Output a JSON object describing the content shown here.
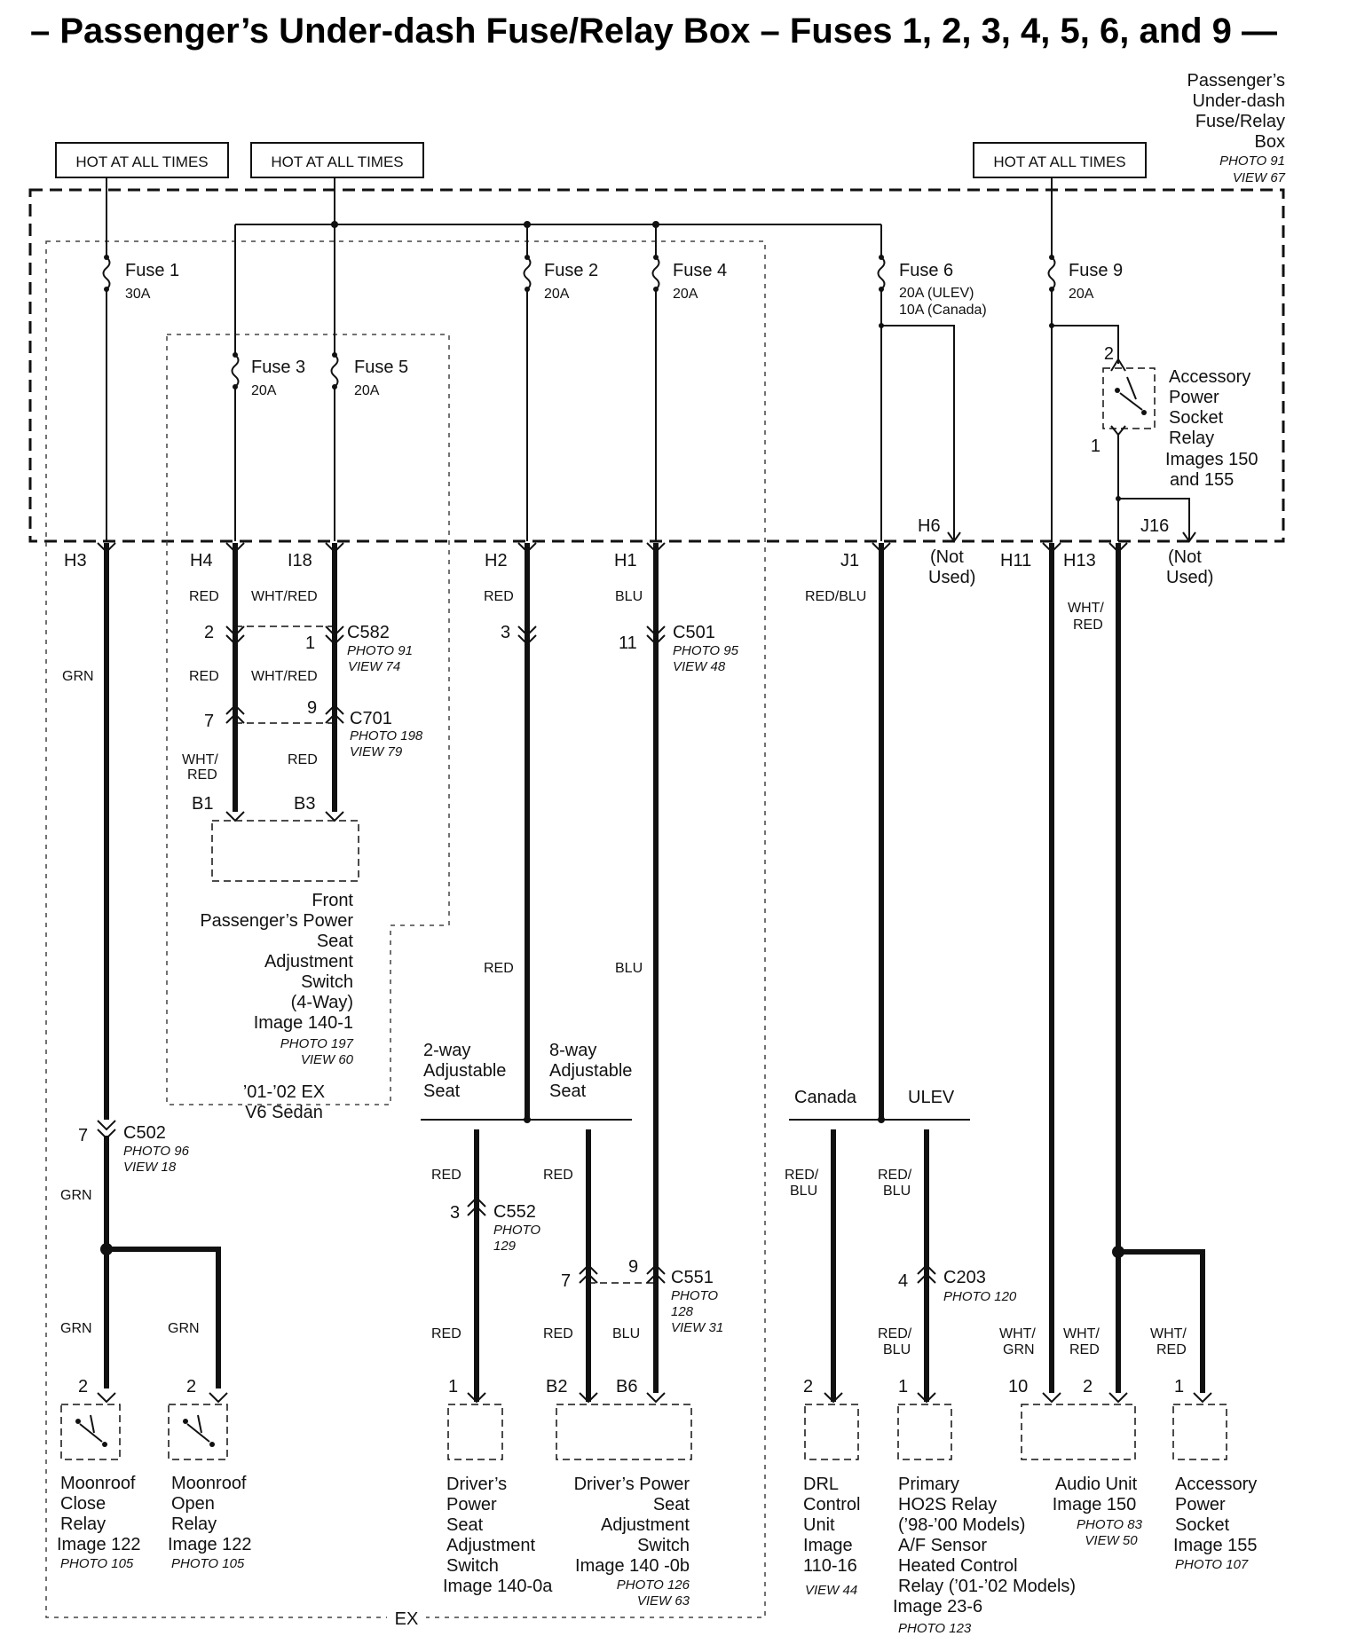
{
  "title": "– Passenger’s Under-dash Fuse/Relay Box – Fuses 1, 2, 3, 4, 5, 6, and 9 —",
  "source_box": {
    "lines": [
      "Passenger’s",
      "Under-dash",
      "Fuse/Relay",
      "Box"
    ],
    "photo": "PHOTO 91",
    "view": "VIEW 67"
  },
  "hot_label": "HOT AT ALL TIMES",
  "fuses": {
    "f1": {
      "name": "Fuse 1",
      "rating": "30A"
    },
    "f2": {
      "name": "Fuse 2",
      "rating": "20A"
    },
    "f3": {
      "name": "Fuse 3",
      "rating": "20A"
    },
    "f4": {
      "name": "Fuse 4",
      "rating": "20A"
    },
    "f5": {
      "name": "Fuse 5",
      "rating": "20A"
    },
    "f6": {
      "name": "Fuse 6",
      "rating1": "20A (ULEV)",
      "rating2": "10A (Canada)"
    },
    "f9": {
      "name": "Fuse 9",
      "rating": "20A"
    }
  },
  "relay": {
    "lines": [
      "Accessory",
      "Power",
      "Socket",
      "Relay",
      "Images 150",
      "and 155"
    ],
    "pin_top": "2",
    "pin_bot": "1"
  },
  "terminals": {
    "h3": "H3",
    "h4": "H4",
    "i18": "I18",
    "h2": "H2",
    "h1": "H1",
    "j1": "J1",
    "h6": "H6",
    "h11": "H11",
    "h13": "H13",
    "j16": "J16",
    "b1": "B1",
    "b3": "B3",
    "b2": "B2",
    "b6": "B6"
  },
  "not_used": [
    "(Not",
    "Used)"
  ],
  "wires": {
    "red": "RED",
    "wht_red": "WHT/RED",
    "blu": "BLU",
    "grn": "GRN",
    "red_blu": "RED/BLU",
    "wht": "WHT/",
    "red_s": "RED",
    "red2": "RED/",
    "blu_s": "BLU",
    "grn_s": "GRN"
  },
  "connectors": {
    "c582": {
      "name": "C582",
      "photo": "PHOTO 91",
      "view": "VIEW 74",
      "p1": "2",
      "p2": "1"
    },
    "c701": {
      "name": "C701",
      "photo": "PHOTO 198",
      "view": "VIEW 79",
      "p1": "7",
      "p2": "9"
    },
    "c501": {
      "name": "C501",
      "photo": "PHOTO 95",
      "view": "VIEW 48",
      "p1": "3",
      "p2": "11"
    },
    "c502": {
      "name": "C502",
      "photo": "PHOTO 96",
      "view": "VIEW 18",
      "p1": "7"
    },
    "c552": {
      "name": "C552",
      "photo": "PHOTO",
      "photo2": "129",
      "p1": "3"
    },
    "c551": {
      "name": "C551",
      "photo": "PHOTO",
      "photo2": "128",
      "view": "VIEW 31",
      "p1": "7",
      "p2": "9"
    },
    "c203": {
      "name": "C203",
      "photo": "PHOTO 120",
      "p1": "4"
    }
  },
  "front_seat": {
    "lines": [
      "Front",
      "Passenger’s Power",
      "Seat",
      "Adjustment",
      "Switch",
      "(4-Way)",
      "Image 140-1"
    ],
    "photo": "PHOTO 197",
    "view": "VIEW 60"
  },
  "ex_v6": [
    "’01-’02 EX",
    "V6 Sedan"
  ],
  "branch": {
    "two_way": [
      "2-way",
      "Adjustable",
      "Seat"
    ],
    "eight_way": [
      "8-way",
      "Adjustable",
      "Seat"
    ],
    "canada": "Canada",
    "ulev": "ULEV"
  },
  "components": {
    "moon_close": {
      "lines": [
        "Moonroof",
        "Close",
        "Relay",
        "Image 122"
      ],
      "photo": "PHOTO 105",
      "pin": "2"
    },
    "moon_open": {
      "lines": [
        "Moonroof",
        "Open",
        "Relay",
        "Image 122"
      ],
      "photo": "PHOTO 105",
      "pin": "2"
    },
    "drv_switch": {
      "lines": [
        "Driver’s",
        "Power",
        "Seat",
        "Adjustment",
        "Switch",
        "Image 140-0a"
      ],
      "pin": "1"
    },
    "drv_power": {
      "lines": [
        "Driver’s Power",
        "Seat",
        "Adjustment",
        "Switch",
        "Image 140 -0b"
      ],
      "photo": "PHOTO 126",
      "view": "VIEW 63"
    },
    "drl": {
      "lines": [
        "DRL",
        "Control",
        "Unit",
        "Image",
        "110-16"
      ],
      "view": "VIEW 44",
      "pin": "2"
    },
    "ho2s": {
      "lines": [
        "Primary",
        "HO2S Relay",
        "(’98-’00 Models)",
        "A/F Sensor",
        "Heated Control",
        "Relay (’01-’02 Models)",
        "Image 23-6"
      ],
      "photo": "PHOTO 123",
      "pin": "1"
    },
    "audio": {
      "lines": [
        "Audio Unit",
        "Image 150"
      ],
      "photo": "PHOTO 83",
      "view": "VIEW 50",
      "pin1": "10",
      "pin2": "2"
    },
    "acc_socket": {
      "lines": [
        "Accessory",
        "Power",
        "Socket",
        "Image 155"
      ],
      "photo": "PHOTO 107",
      "pin": "1"
    }
  },
  "ex_label": "EX"
}
